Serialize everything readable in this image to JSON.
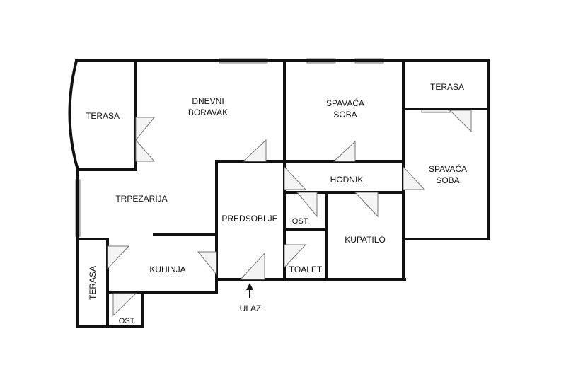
{
  "rooms": {
    "terasa_left": "TERASA",
    "dnevni_line1": "DNEVNI",
    "dnevni_line2": "BORAVAK",
    "spavaca1_line1": "SPAVAĆA",
    "spavaca1_line2": "SOBA",
    "terasa_top_right": "TERASA",
    "spavaca2_line1": "SPAVAĆA",
    "spavaca2_line2": "SOBA",
    "hodnik": "HODNIK",
    "trpezarija": "TRPEZARIJA",
    "predsoblje": "PREDSOBLJE",
    "ost_mid": "OST.",
    "kupatilo": "KUPATILO",
    "toalet": "TOALET",
    "kuhinja": "KUHINJA",
    "terasa_bottom": "TERASA",
    "ost_bottom": "OST."
  },
  "entrance": {
    "label": "ULAZ",
    "arrow_icon": "arrow-up-icon"
  }
}
